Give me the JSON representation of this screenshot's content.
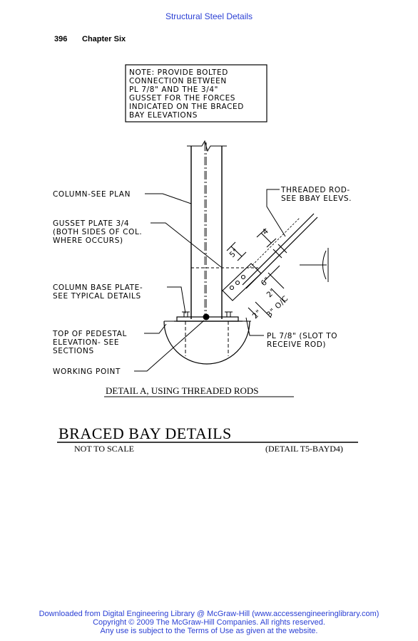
{
  "header": {
    "running_title": "Structural Steel Details",
    "page_number": "396",
    "chapter": "Chapter Six"
  },
  "drawing": {
    "note_lines": [
      "NOTE: PROVIDE BOLTED",
      "CONNECTION BETWEEN",
      "PL 7/8\" AND THE 3/4\"",
      "GUSSET FOR THE FORCES",
      "INDICATED ON THE BRACED",
      "BAY ELEVATIONS"
    ],
    "labels": {
      "column": "COLUMN-SEE PLAN",
      "gusset_1": "GUSSET PLATE 3/4",
      "gusset_2": "(BOTH SIDES OF COL.",
      "gusset_3": "WHERE OCCURS)",
      "base_plate_1": "COLUMN BASE PLATE-",
      "base_plate_2": "SEE TYPICAL DETAILS",
      "pedestal_1": "TOP OF PEDESTAL",
      "pedestal_2": "ELEVATION- SEE",
      "pedestal_3": "SECTIONS",
      "working_point": "WORKING POINT",
      "rod_1": "THREADED ROD-",
      "rod_2": "SEE BBAY ELEVS.",
      "plate_1": "PL 7/8\" (SLOT TO",
      "plate_2": "RECEIVE ROD)"
    },
    "dimensions": {
      "d5": "5\"",
      "d4": "4",
      "d6": "6\"",
      "d2a": "2\"",
      "d2b": "2\"",
      "d3": "3\" O/C"
    },
    "detail_caption": "DETAIL A, USING THREADED RODS",
    "sheet_title": "BRACED BAY DETAILS",
    "scale_note": "NOT TO SCALE",
    "detail_ref": "(DETAIL T5-BAYD4)"
  },
  "footer": {
    "line1": "Downloaded from Digital Engineering Library @ McGraw-Hill (www.accessengineeringlibrary.com)",
    "line2": "Copyright © 2009 The McGraw-Hill Companies. All rights reserved.",
    "line3": "Any use is subject to the Terms of Use as given at the website."
  },
  "colors": {
    "link_blue": "#2a3fd4",
    "ink": "#000000"
  }
}
